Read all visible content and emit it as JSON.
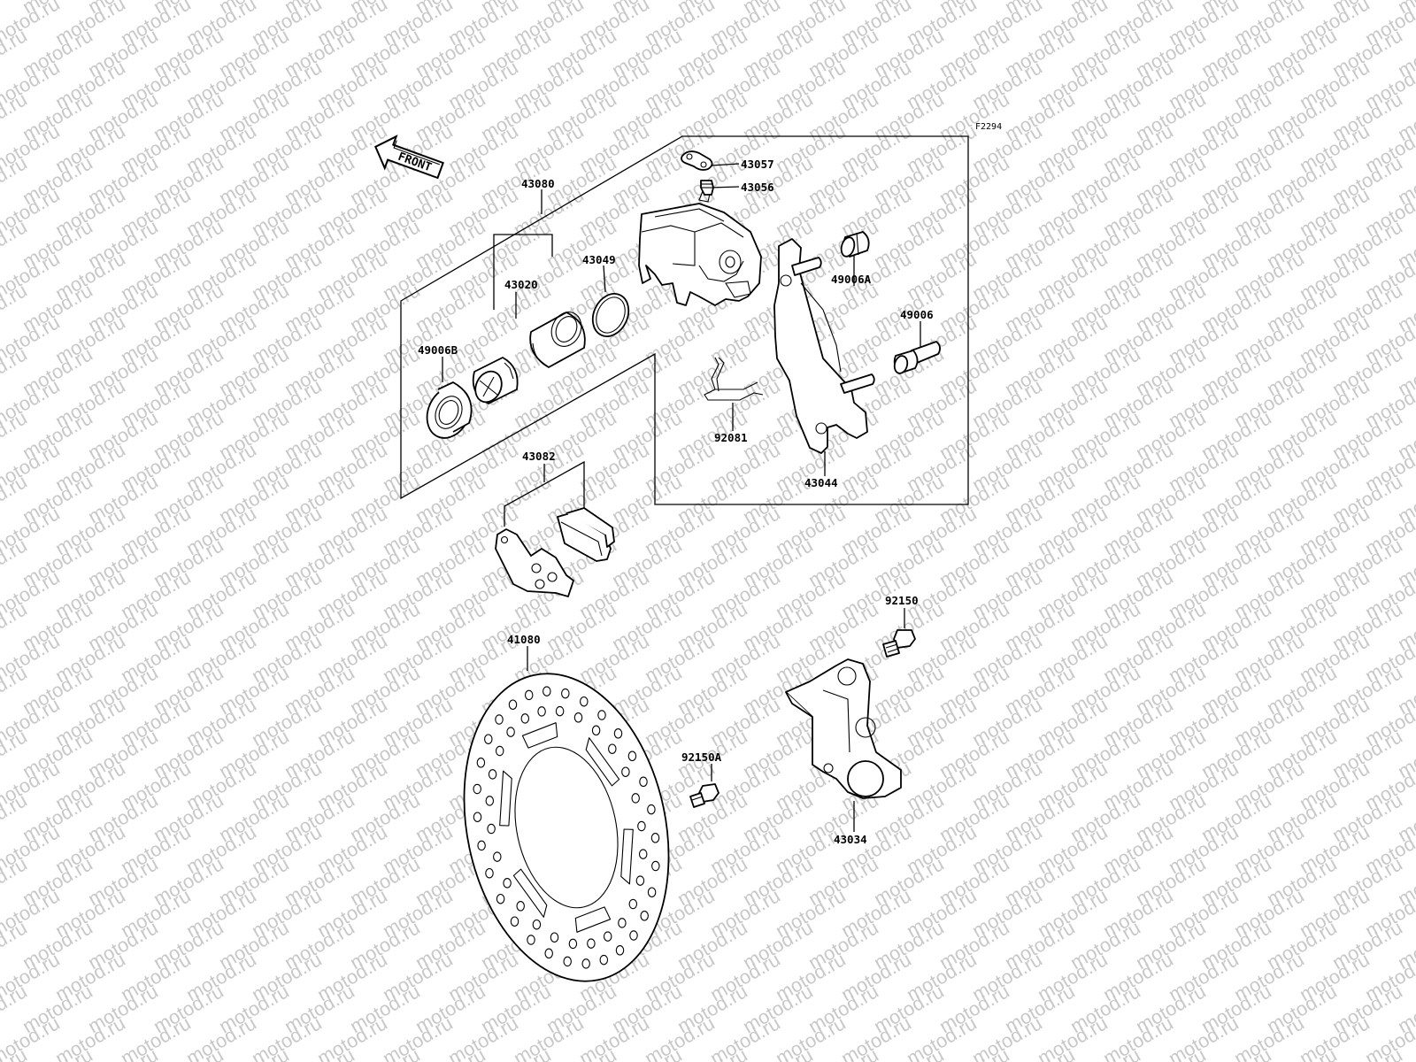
{
  "watermark": "motod.ru",
  "figure_code": "F2294",
  "front_label": "FRONT",
  "parts": {
    "p43080": "43080",
    "p43057": "43057",
    "p43056": "43056",
    "p43049": "43049",
    "p43020": "43020",
    "p49006A": "49006A",
    "p49006": "49006",
    "p49006B": "49006B",
    "p92081": "92081",
    "p43044": "43044",
    "p43082": "43082",
    "p92150": "92150",
    "p41080": "41080",
    "p92150A": "92150A",
    "p43034": "43034"
  }
}
